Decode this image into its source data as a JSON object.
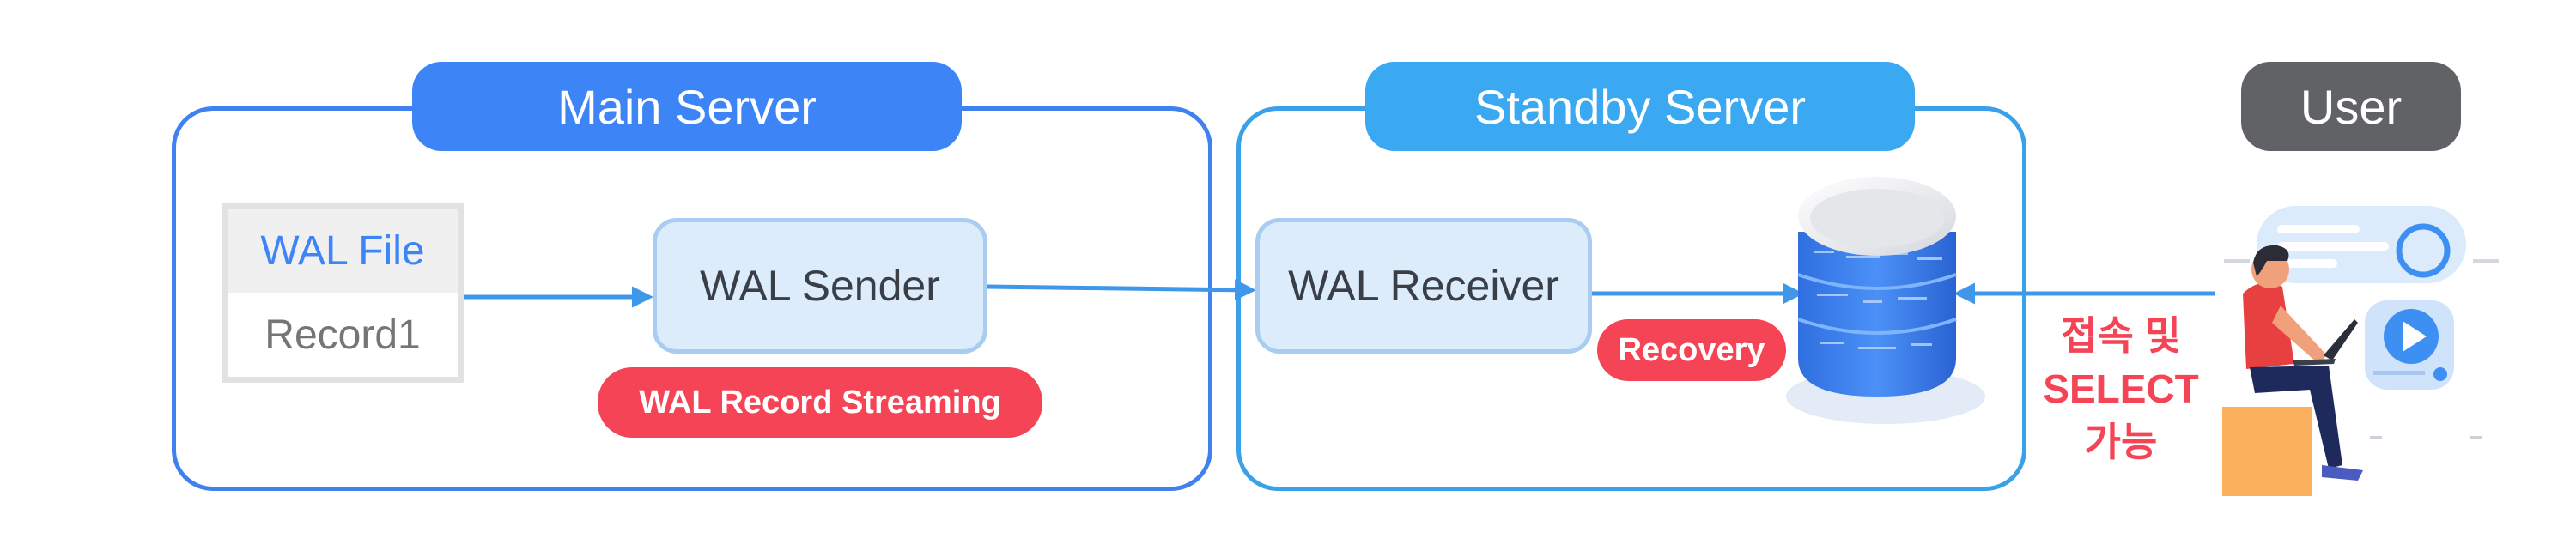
{
  "main_server": {
    "title": "Main Server",
    "wal_file": {
      "header": "WAL File",
      "record": "Record1"
    },
    "sender_label": "WAL Sender",
    "streaming_label": "WAL Record Streaming"
  },
  "standby_server": {
    "title": "Standby Server",
    "receiver_label": "WAL Receiver",
    "recovery_label": "Recovery"
  },
  "user": {
    "title": "User",
    "access_text": [
      "접속 및",
      "SELECT",
      "가능"
    ]
  },
  "colors": {
    "main_blue": "#3d84f7",
    "standby_blue": "#3ba8f2",
    "node_fill": "#dcecfb",
    "accent_red": "#f44456",
    "user_gray": "#606266",
    "arrow_blue": "#3f97ea"
  },
  "icons": [
    "database-icon",
    "user-with-laptop-icon",
    "play-icon"
  ]
}
